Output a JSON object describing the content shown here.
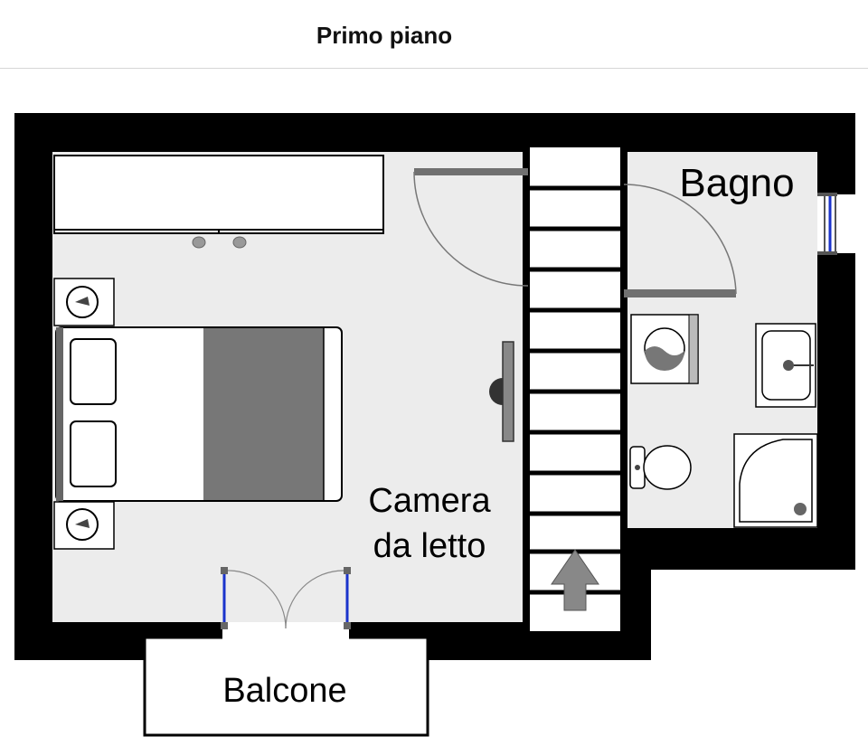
{
  "header": {
    "title": "Primo piano"
  },
  "rooms": {
    "bathroom": "Bagno",
    "bedroom_line1": "Camera",
    "bedroom_line2": "da letto",
    "balcony": "Balcone"
  },
  "colors": {
    "wall": "#000000",
    "floor": "#ececec",
    "door_leaf": "#707070",
    "window_glass": "#1a33cc",
    "mattress": "#777777"
  },
  "icons": {
    "stairs_direction": "up-arrow-icon",
    "washing_machine": "washing-machine-icon",
    "toilet": "toilet-icon",
    "sink": "sink-icon",
    "shower": "shower-icon",
    "lamp": "lamp-icon"
  }
}
